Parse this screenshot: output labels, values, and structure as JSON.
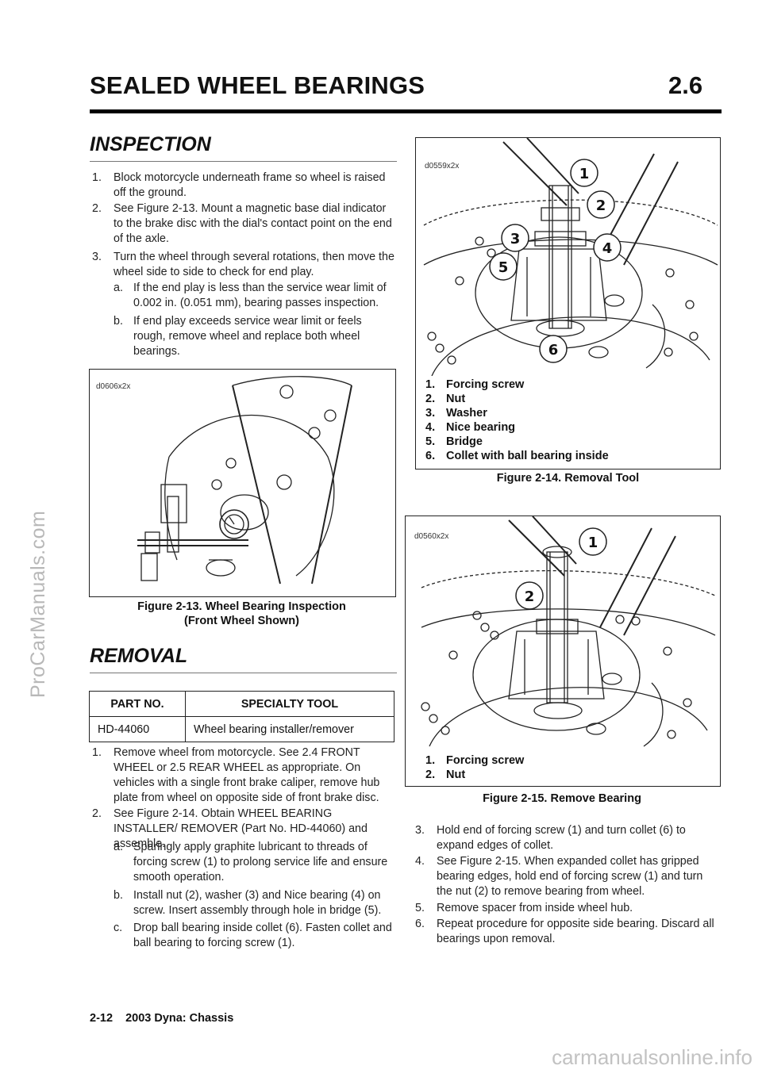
{
  "watermark": "ProCarManuals.com",
  "header": {
    "title": "SEALED WHEEL BEARINGS",
    "section": "2.6"
  },
  "inspection": {
    "heading": "INSPECTION",
    "steps": [
      {
        "n": "1.",
        "text": "Block motorcycle underneath frame so wheel is raised off the ground."
      },
      {
        "n": "2.",
        "text": "See Figure 2-13. Mount a magnetic base dial indicator to the brake disc with the dial's contact point on the end of the axle."
      },
      {
        "n": "3.",
        "text": "Turn the wheel through several rotations, then move the wheel side to side to check for end play."
      },
      {
        "n": "a.",
        "text": "If the end play is less than the service wear limit of 0.002 in. (0.051 mm), bearing passes inspection."
      },
      {
        "n": "b.",
        "text": "If end play exceeds service wear limit or feels rough, remove wheel and replace both wheel bearings."
      }
    ]
  },
  "fig213": {
    "code": "d0606x2x",
    "caption_line1": "Figure 2-13. Wheel Bearing Inspection",
    "caption_line2": "(Front Wheel Shown)"
  },
  "removal": {
    "heading": "REMOVAL",
    "table": {
      "col1": "PART NO.",
      "col2": "SPECIALTY TOOL",
      "part": "HD-44060",
      "tool": "Wheel bearing installer/remover"
    },
    "steps": [
      {
        "n": "1.",
        "text": "Remove wheel from motorcycle. See 2.4 FRONT WHEEL or 2.5 REAR WHEEL as appropriate. On vehicles with a single front brake caliper, remove hub plate from wheel on opposite side of front brake disc."
      },
      {
        "n": "2.",
        "text": "See Figure 2-14. Obtain WHEEL BEARING INSTALLER/ REMOVER (Part No. HD-44060) and assemble."
      },
      {
        "n": "a.",
        "text": "Sparingly apply graphite lubricant to threads of forcing screw (1) to prolong service life and ensure smooth operation."
      },
      {
        "n": "b.",
        "text": "Install nut (2), washer (3) and Nice bearing (4) on screw. Insert assembly through hole in bridge (5)."
      },
      {
        "n": "c.",
        "text": "Drop ball bearing inside collet (6). Fasten collet and ball bearing to forcing screw (1)."
      }
    ]
  },
  "fig214": {
    "code": "d0559x2x",
    "legend": [
      {
        "n": "1.",
        "label": "Forcing screw"
      },
      {
        "n": "2.",
        "label": "Nut"
      },
      {
        "n": "3.",
        "label": "Washer"
      },
      {
        "n": "4.",
        "label": "Nice bearing"
      },
      {
        "n": "5.",
        "label": "Bridge"
      },
      {
        "n": "6.",
        "label": "Collet with ball bearing inside"
      }
    ],
    "callouts": [
      "1",
      "2",
      "3",
      "4",
      "5",
      "6"
    ],
    "caption": "Figure 2-14. Removal Tool"
  },
  "fig215": {
    "code": "d0560x2x",
    "legend": [
      {
        "n": "1.",
        "label": "Forcing screw"
      },
      {
        "n": "2.",
        "label": "Nut"
      }
    ],
    "callouts": [
      "1",
      "2"
    ],
    "caption": "Figure 2-15. Remove Bearing"
  },
  "right_steps": [
    {
      "n": "3.",
      "text": "Hold end of forcing screw (1) and turn collet (6) to expand edges of collet."
    },
    {
      "n": "4.",
      "text": "See Figure 2-15. When expanded collet has gripped bearing edges, hold end of forcing screw (1) and turn the nut (2) to remove bearing from wheel."
    },
    {
      "n": "5.",
      "text": "Remove spacer from inside wheel hub."
    },
    {
      "n": "6.",
      "text": "Repeat procedure for opposite side bearing. Discard all bearings upon removal."
    }
  ],
  "footer": {
    "page": "2-12",
    "title": "2003 Dyna: Chassis",
    "url": "carmanualsonline.info"
  }
}
